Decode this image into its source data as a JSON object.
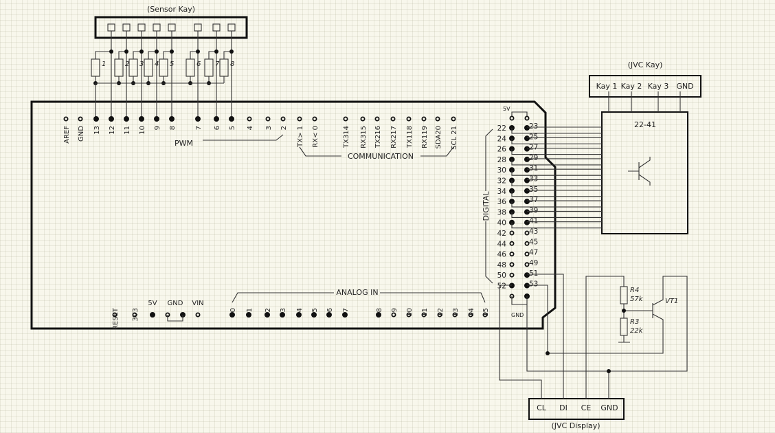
{
  "sensor_key": {
    "title": "(Sensor Kay)",
    "resistor_labels": [
      "1",
      "2",
      "3",
      "4",
      "5",
      "6",
      "7",
      "8"
    ]
  },
  "jvc_key": {
    "title": "(JVC Kay)",
    "pins": [
      "Kay 1",
      "Kay 2",
      "Kay 3",
      "GND"
    ]
  },
  "jvc_display": {
    "title": "(JVC Display)",
    "pins": [
      "CL",
      "DI",
      "CE",
      "GND"
    ]
  },
  "module": {
    "label": "22-41"
  },
  "board": {
    "top_pins": [
      {
        "label": "AREF",
        "connected": false
      },
      {
        "label": "GND",
        "connected": false
      },
      {
        "label": "13",
        "connected": true
      },
      {
        "label": "12",
        "connected": true
      },
      {
        "label": "11",
        "connected": true
      },
      {
        "label": "10",
        "connected": true
      },
      {
        "label": "9",
        "connected": true
      },
      {
        "label": "8",
        "connected": true
      },
      {
        "label": "7",
        "connected": true
      },
      {
        "label": "6",
        "connected": true
      },
      {
        "label": "5",
        "connected": true
      },
      {
        "label": "4",
        "connected": false
      },
      {
        "label": "3",
        "connected": false
      },
      {
        "label": "2",
        "connected": false
      },
      {
        "label": "TX> 1",
        "connected": false
      },
      {
        "label": "RX< 0",
        "connected": false
      },
      {
        "label": "TX314",
        "connected": false
      },
      {
        "label": "RX315",
        "connected": false
      },
      {
        "label": "TX216",
        "connected": false
      },
      {
        "label": "RX217",
        "connected": false
      },
      {
        "label": "TX118",
        "connected": false
      },
      {
        "label": "RX119",
        "connected": false
      },
      {
        "label": "SDA20",
        "connected": false
      },
      {
        "label": "SCL 21",
        "connected": false
      }
    ],
    "pwm_label": "PWM",
    "communication_label": "COMMUNICATION",
    "digital_label": "DIGITAL",
    "analog_label": "ANALOG IN",
    "power_pins": [
      {
        "label": "RESET",
        "connected": false
      },
      {
        "label": "3V3",
        "connected": false
      },
      {
        "label": "5V",
        "connected": true
      },
      {
        "label": "GND",
        "connected": false
      },
      {
        "label": "",
        "connected": true
      },
      {
        "label": "VIN",
        "connected": false
      }
    ],
    "analog_pins": [
      {
        "label": "0",
        "connected": true
      },
      {
        "label": "1",
        "connected": true
      },
      {
        "label": "2",
        "connected": true
      },
      {
        "label": "3",
        "connected": true
      },
      {
        "label": "4",
        "connected": true
      },
      {
        "label": "5",
        "connected": true
      },
      {
        "label": "6",
        "connected": true
      },
      {
        "label": "7",
        "connected": true
      },
      {
        "label": "8",
        "connected": true
      },
      {
        "label": "9",
        "connected": false
      },
      {
        "label": "10",
        "connected": false
      },
      {
        "label": "11",
        "connected": false
      },
      {
        "label": "12",
        "connected": false
      },
      {
        "label": "13",
        "connected": false
      },
      {
        "label": "14",
        "connected": false
      },
      {
        "label": "15",
        "connected": false
      }
    ],
    "header_5v_label": "5V",
    "header_gnd_label": "GND",
    "header_rows": [
      {
        "left": "22",
        "right": "23",
        "lc": true,
        "rc": true
      },
      {
        "left": "24",
        "right": "25",
        "lc": true,
        "rc": true
      },
      {
        "left": "26",
        "right": "27",
        "lc": true,
        "rc": true
      },
      {
        "left": "28",
        "right": "29",
        "lc": true,
        "rc": true
      },
      {
        "left": "30",
        "right": "31",
        "lc": true,
        "rc": true
      },
      {
        "left": "32",
        "right": "33",
        "lc": true,
        "rc": true
      },
      {
        "left": "34",
        "right": "35",
        "lc": true,
        "rc": true
      },
      {
        "left": "36",
        "right": "37",
        "lc": true,
        "rc": true
      },
      {
        "left": "38",
        "right": "39",
        "lc": true,
        "rc": true
      },
      {
        "left": "40",
        "right": "41",
        "lc": true,
        "rc": true
      },
      {
        "left": "42",
        "right": "43",
        "lc": false,
        "rc": false
      },
      {
        "left": "44",
        "right": "45",
        "lc": false,
        "rc": false
      },
      {
        "left": "46",
        "right": "47",
        "lc": false,
        "rc": false
      },
      {
        "left": "48",
        "right": "49",
        "lc": false,
        "rc": false
      },
      {
        "left": "50",
        "right": "51",
        "lc": false,
        "rc": true
      },
      {
        "left": "52",
        "right": "53",
        "lc": true,
        "rc": true
      }
    ]
  },
  "divider": {
    "r4_name": "R4",
    "r4_value": "57k",
    "r3_name": "R3",
    "r3_value": "22k",
    "transistor": "VT1"
  }
}
